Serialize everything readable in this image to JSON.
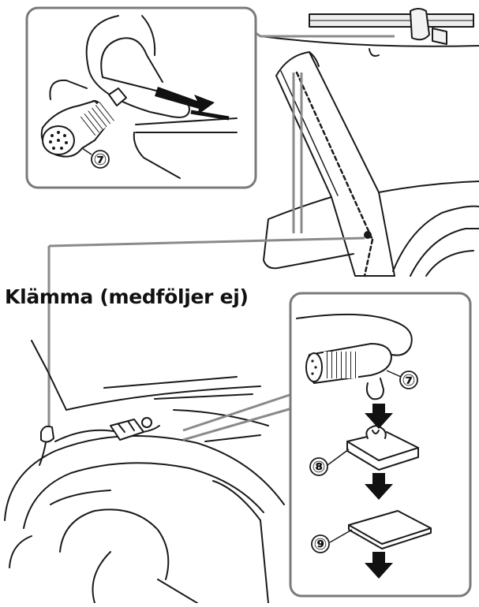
{
  "caption": "Klämma (medföljer ej)",
  "callouts": {
    "top_microphone": "⑦",
    "detail_microphone": "⑦",
    "detail_clip": "⑧",
    "detail_pad": "⑨"
  },
  "colors": {
    "line": "#1a1a1a",
    "panel_border": "#7a7a7a",
    "panel_fill": "#ffffff",
    "shade": "#d9d9d9",
    "arrow": "#111111"
  }
}
